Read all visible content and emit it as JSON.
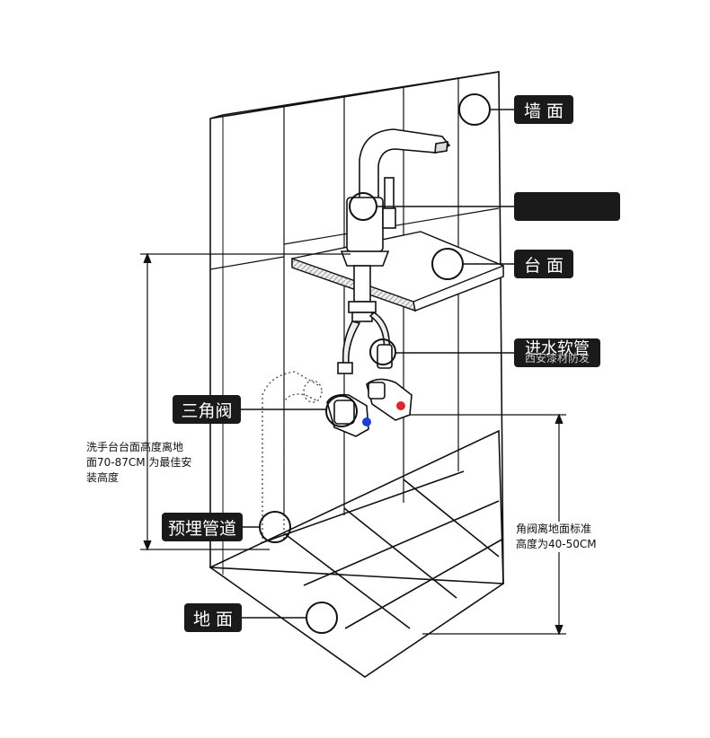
{
  "labels": {
    "wall": "墙 面",
    "faucet": "",
    "counter": "台 面",
    "hose": "进水软管",
    "hose_overlay": "西安漆材防发",
    "angle_valve": "三角阀",
    "pipe": "预埋管道",
    "floor": "地 面"
  },
  "notes": {
    "counter_height": [
      "洗手台台面高度离地",
      "面70-87CM 为最佳安",
      "装高度"
    ],
    "valve_height": [
      "角阀离地面标准",
      "高度为40-50CM"
    ]
  },
  "colors": {
    "tag_background": "#1a1a1a",
    "tag_text": "#ffffff",
    "line": "#111111",
    "hot_valve": "#e0262b",
    "cold_valve": "#1a3fd6",
    "counter_edge": "#d9d9d9"
  }
}
